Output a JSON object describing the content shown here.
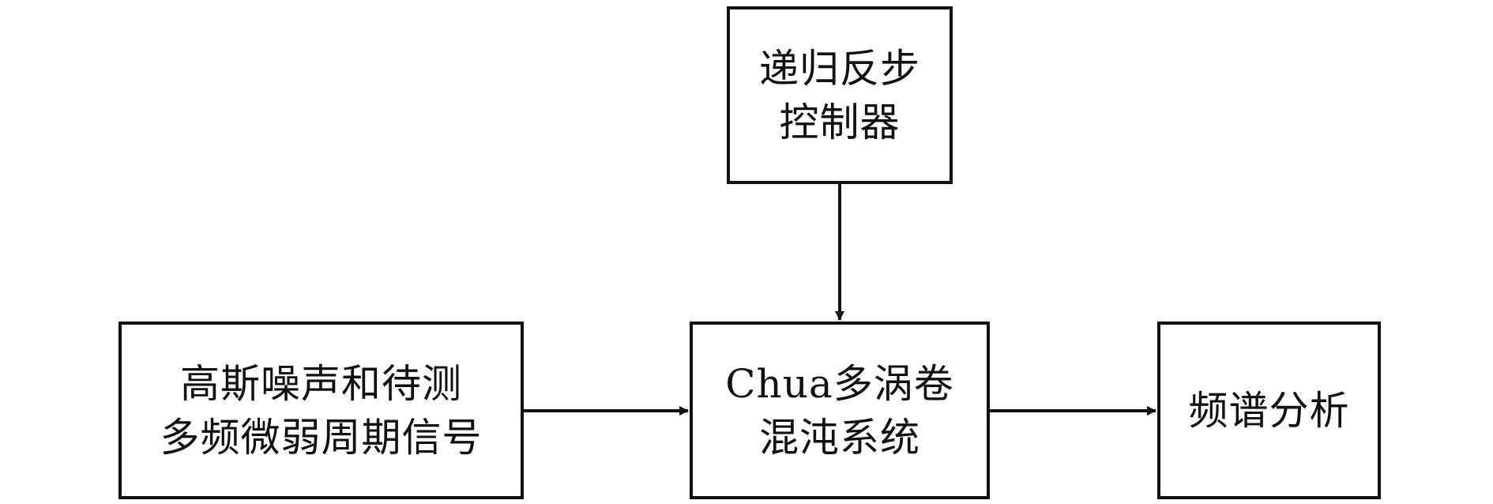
{
  "blocks": {
    "controller": {
      "line1": "递归反步",
      "line2": "控制器"
    },
    "input": {
      "line1": "高斯噪声和待测",
      "line2": "多频微弱周期信号"
    },
    "system": {
      "line1": "Chua多涡卷",
      "line2": "混沌系统"
    },
    "output": {
      "line1": "频谱分析"
    }
  },
  "connections": [
    {
      "from": "controller",
      "to": "system"
    },
    {
      "from": "input",
      "to": "system"
    },
    {
      "from": "system",
      "to": "output"
    }
  ]
}
